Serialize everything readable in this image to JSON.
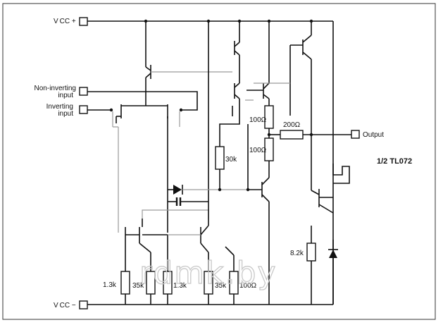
{
  "title": "1/2 TL072",
  "pins": {
    "vcc_plus": "V CC +",
    "vcc_minus": "V CC −",
    "non_inverting": [
      "Non-inverting",
      "input"
    ],
    "inverting": [
      "Inverting",
      "input"
    ],
    "output": "Output"
  },
  "resistors": {
    "r_1k3_a": "1.3k",
    "r_35k_a": "35k",
    "r_1k3_b": "1.3k",
    "r_35k_b": "35k",
    "r_100_bottom": "100Ω",
    "r_30k": "30k",
    "r_100_upper": "100Ω",
    "r_100_lower": "100Ω",
    "r_200": "200Ω",
    "r_8k2": "8.2k"
  },
  "watermark": "rdmk.by"
}
